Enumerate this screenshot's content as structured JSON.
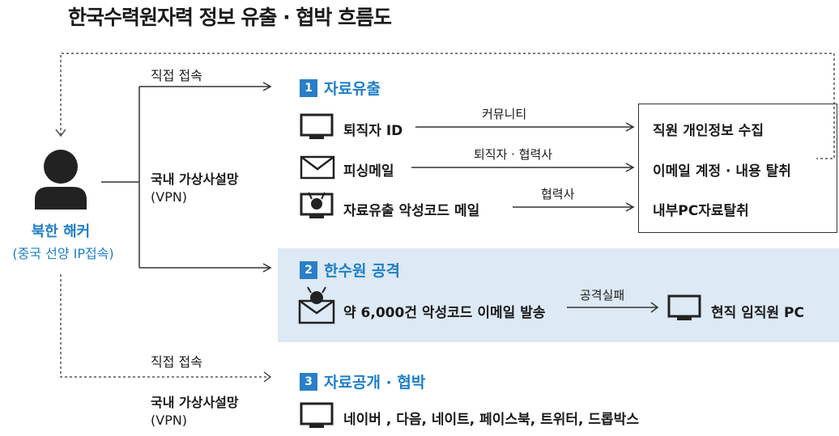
{
  "title": "한국수력원자력 정보 유출 · 협박 흐름도",
  "hacker": {
    "label": "북한 해커",
    "sublabel": "(중국 선양 IP접속)"
  },
  "routes": {
    "direct_top": "직접 접속",
    "vpn_top_1": "국내 가상사설망",
    "vpn_top_2": "(VPN)",
    "direct_bottom": "직접 접속",
    "vpn_bottom_1": "국내 가상사설망",
    "vpn_bottom_2": "(VPN)"
  },
  "section1": {
    "number": "1",
    "title": "자료유출",
    "rows": [
      {
        "source": "퇴직자 ID",
        "via": "커뮤니티",
        "icon": "monitor-icon"
      },
      {
        "source": "피싱메일",
        "via": "퇴직자 · 협력사",
        "icon": "envelope-icon"
      },
      {
        "source": "자료유출 악성코드 메일",
        "via": "협력사",
        "icon": "malware-monitor-icon"
      }
    ],
    "results": [
      "직원 개인정보 수집",
      "이메일 계정 · 내용 탈취",
      "내부PC자료탈취"
    ]
  },
  "section2": {
    "number": "2",
    "title": "한수원 공격",
    "source": "약 6,000건 악성코드 이메일 발송",
    "via": "공격실패",
    "target": "현직 임직원 PC"
  },
  "section3": {
    "number": "3",
    "title": "자료공개 · 협박",
    "targets": "네이버 , 다음, 네이트, 페이스북, 트위터, 드롭박스"
  },
  "colors": {
    "accent": "#1f7fc7",
    "panel": "#dde9f4",
    "line": "#333333"
  }
}
